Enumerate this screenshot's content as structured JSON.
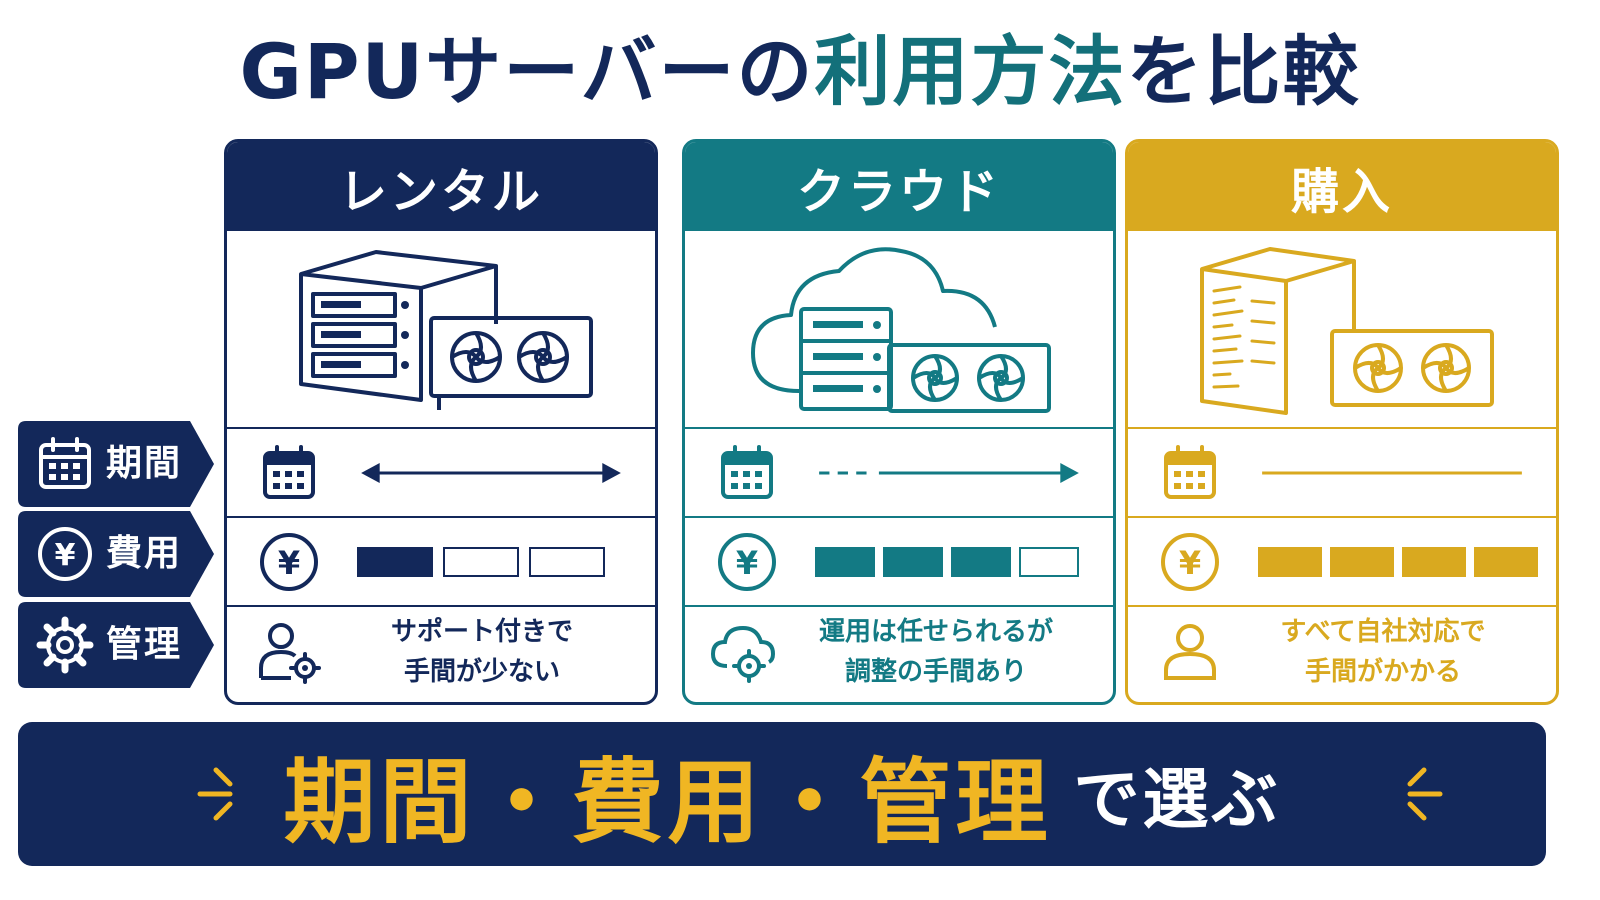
{
  "title": {
    "part1": "GPUサーバーの",
    "part2": "利用方法",
    "part3": "を比較"
  },
  "row_labels": [
    "期間",
    "費用",
    "管理"
  ],
  "columns": [
    {
      "name": "レンタル",
      "desc_line1": "サポート付きで",
      "desc_line2": "手間が少ない",
      "cost_level": 1,
      "cost_total": 3
    },
    {
      "name": "クラウド",
      "desc_line1": "運用は任せられるが",
      "desc_line2": "調整の手間あり",
      "cost_level": 3,
      "cost_total": 4
    },
    {
      "name": "購入",
      "desc_line1": "すべて自社対応で",
      "desc_line2": "手間がかかる",
      "cost_level": 4,
      "cost_total": 4
    }
  ],
  "banner": {
    "highlight": "期間・費用・管理",
    "suffix": "で選ぶ"
  },
  "currency_symbol": "¥",
  "colors": {
    "navy": "#13285a",
    "teal": "#137a84",
    "gold": "#d9a91f",
    "banner_yellow": "#f0b623"
  }
}
